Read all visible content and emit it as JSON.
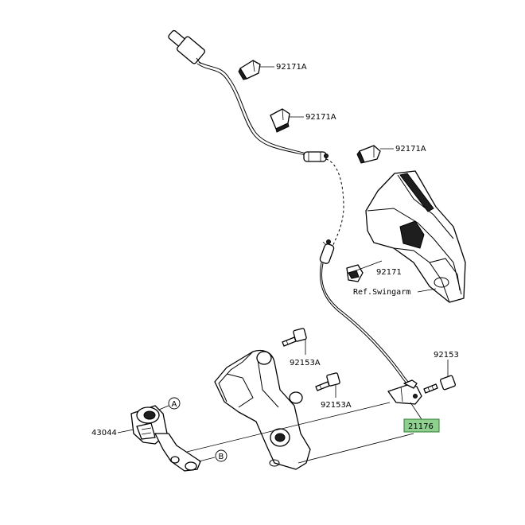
{
  "callouts": {
    "clip_top": "92171A",
    "clip_mid": "92171A",
    "clip_right": "92171A",
    "clamp": "92171",
    "ref_swingarm": "Ref.Swingarm",
    "bolt_right": "92153",
    "bolt_upper": "92153A",
    "bolt_lower": "92153A",
    "caliper": "43044",
    "sensor": "21176",
    "circle_a": "A",
    "circle_b": "B"
  },
  "highlight": {
    "sensor_label_fill": "#8fd08f",
    "sensor_label_border": "#2e7d32"
  }
}
